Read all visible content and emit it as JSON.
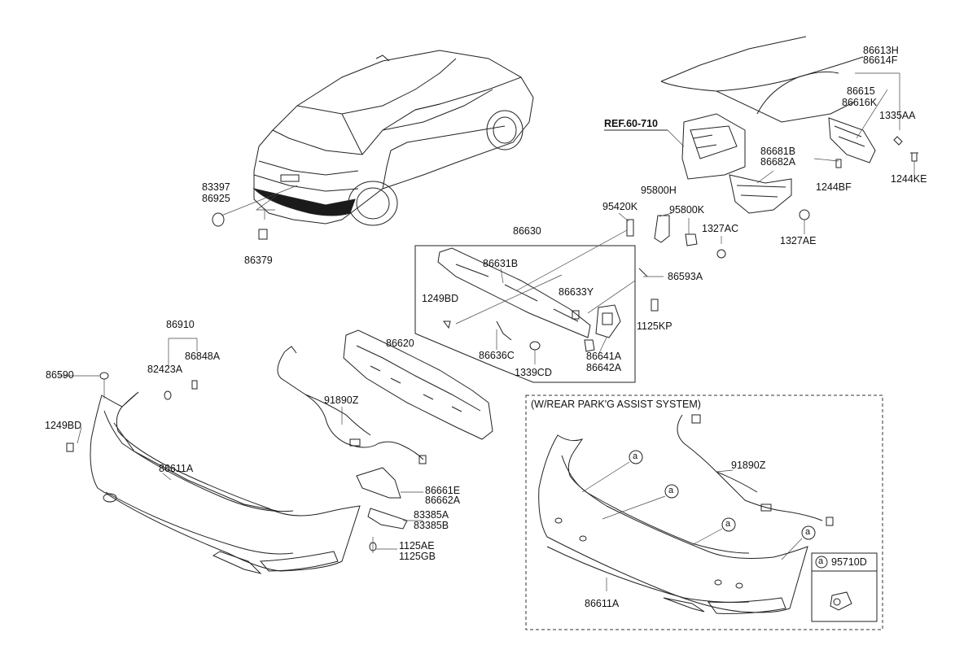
{
  "diagram": {
    "ref_label": "REF.60-710",
    "labels": [
      {
        "id": "p83397",
        "text": "83397"
      },
      {
        "id": "p86925",
        "text": "86925"
      },
      {
        "id": "p86379",
        "text": "86379"
      },
      {
        "id": "p86613H",
        "text": "86613H"
      },
      {
        "id": "p86614F",
        "text": "86614F"
      },
      {
        "id": "p86615",
        "text": "86615"
      },
      {
        "id": "p86616K",
        "text": "86616K"
      },
      {
        "id": "p1335AA",
        "text": "1335AA"
      },
      {
        "id": "p86681B",
        "text": "86681B"
      },
      {
        "id": "p86682A",
        "text": "86682A"
      },
      {
        "id": "p1244BF",
        "text": "1244BF"
      },
      {
        "id": "p1244KE",
        "text": "1244KE"
      },
      {
        "id": "p95800H",
        "text": "95800H"
      },
      {
        "id": "p95420K",
        "text": "95420K"
      },
      {
        "id": "p95800K",
        "text": "95800K"
      },
      {
        "id": "p1327AC",
        "text": "1327AC"
      },
      {
        "id": "p1327AE",
        "text": "1327AE"
      },
      {
        "id": "p86630",
        "text": "86630"
      },
      {
        "id": "p86631B",
        "text": "86631B"
      },
      {
        "id": "p86593A",
        "text": "86593A"
      },
      {
        "id": "p1249BD_a",
        "text": "1249BD"
      },
      {
        "id": "p86633Y",
        "text": "86633Y"
      },
      {
        "id": "p1125KP",
        "text": "1125KP"
      },
      {
        "id": "p86636C",
        "text": "86636C"
      },
      {
        "id": "p86641A",
        "text": "86641A"
      },
      {
        "id": "p86642A",
        "text": "86642A"
      },
      {
        "id": "p1339CD",
        "text": "1339CD"
      },
      {
        "id": "p86620",
        "text": "86620"
      },
      {
        "id": "p86910",
        "text": "86910"
      },
      {
        "id": "p86848A",
        "text": "86848A"
      },
      {
        "id": "p86590",
        "text": "86590"
      },
      {
        "id": "p82423A",
        "text": "82423A"
      },
      {
        "id": "p1249BD_b",
        "text": "1249BD"
      },
      {
        "id": "p91890Z_a",
        "text": "91890Z"
      },
      {
        "id": "p86611A_a",
        "text": "86611A"
      },
      {
        "id": "p86661E",
        "text": "86661E"
      },
      {
        "id": "p86662A",
        "text": "86662A"
      },
      {
        "id": "p83385A",
        "text": "83385A"
      },
      {
        "id": "p83385B",
        "text": "83385B"
      },
      {
        "id": "p1125AE",
        "text": "1125AE"
      },
      {
        "id": "p1125GB",
        "text": "1125GB"
      },
      {
        "id": "p91890Z_b",
        "text": "91890Z"
      },
      {
        "id": "p86611A_b",
        "text": "86611A"
      },
      {
        "id": "p95710D",
        "text": "95710D"
      }
    ],
    "park_assist_panel": {
      "title": "(W/REAR PARK'G ASSIST SYSTEM)",
      "callout_letter": "a"
    },
    "colors": {
      "ink": "#222222",
      "background": "#ffffff"
    }
  }
}
